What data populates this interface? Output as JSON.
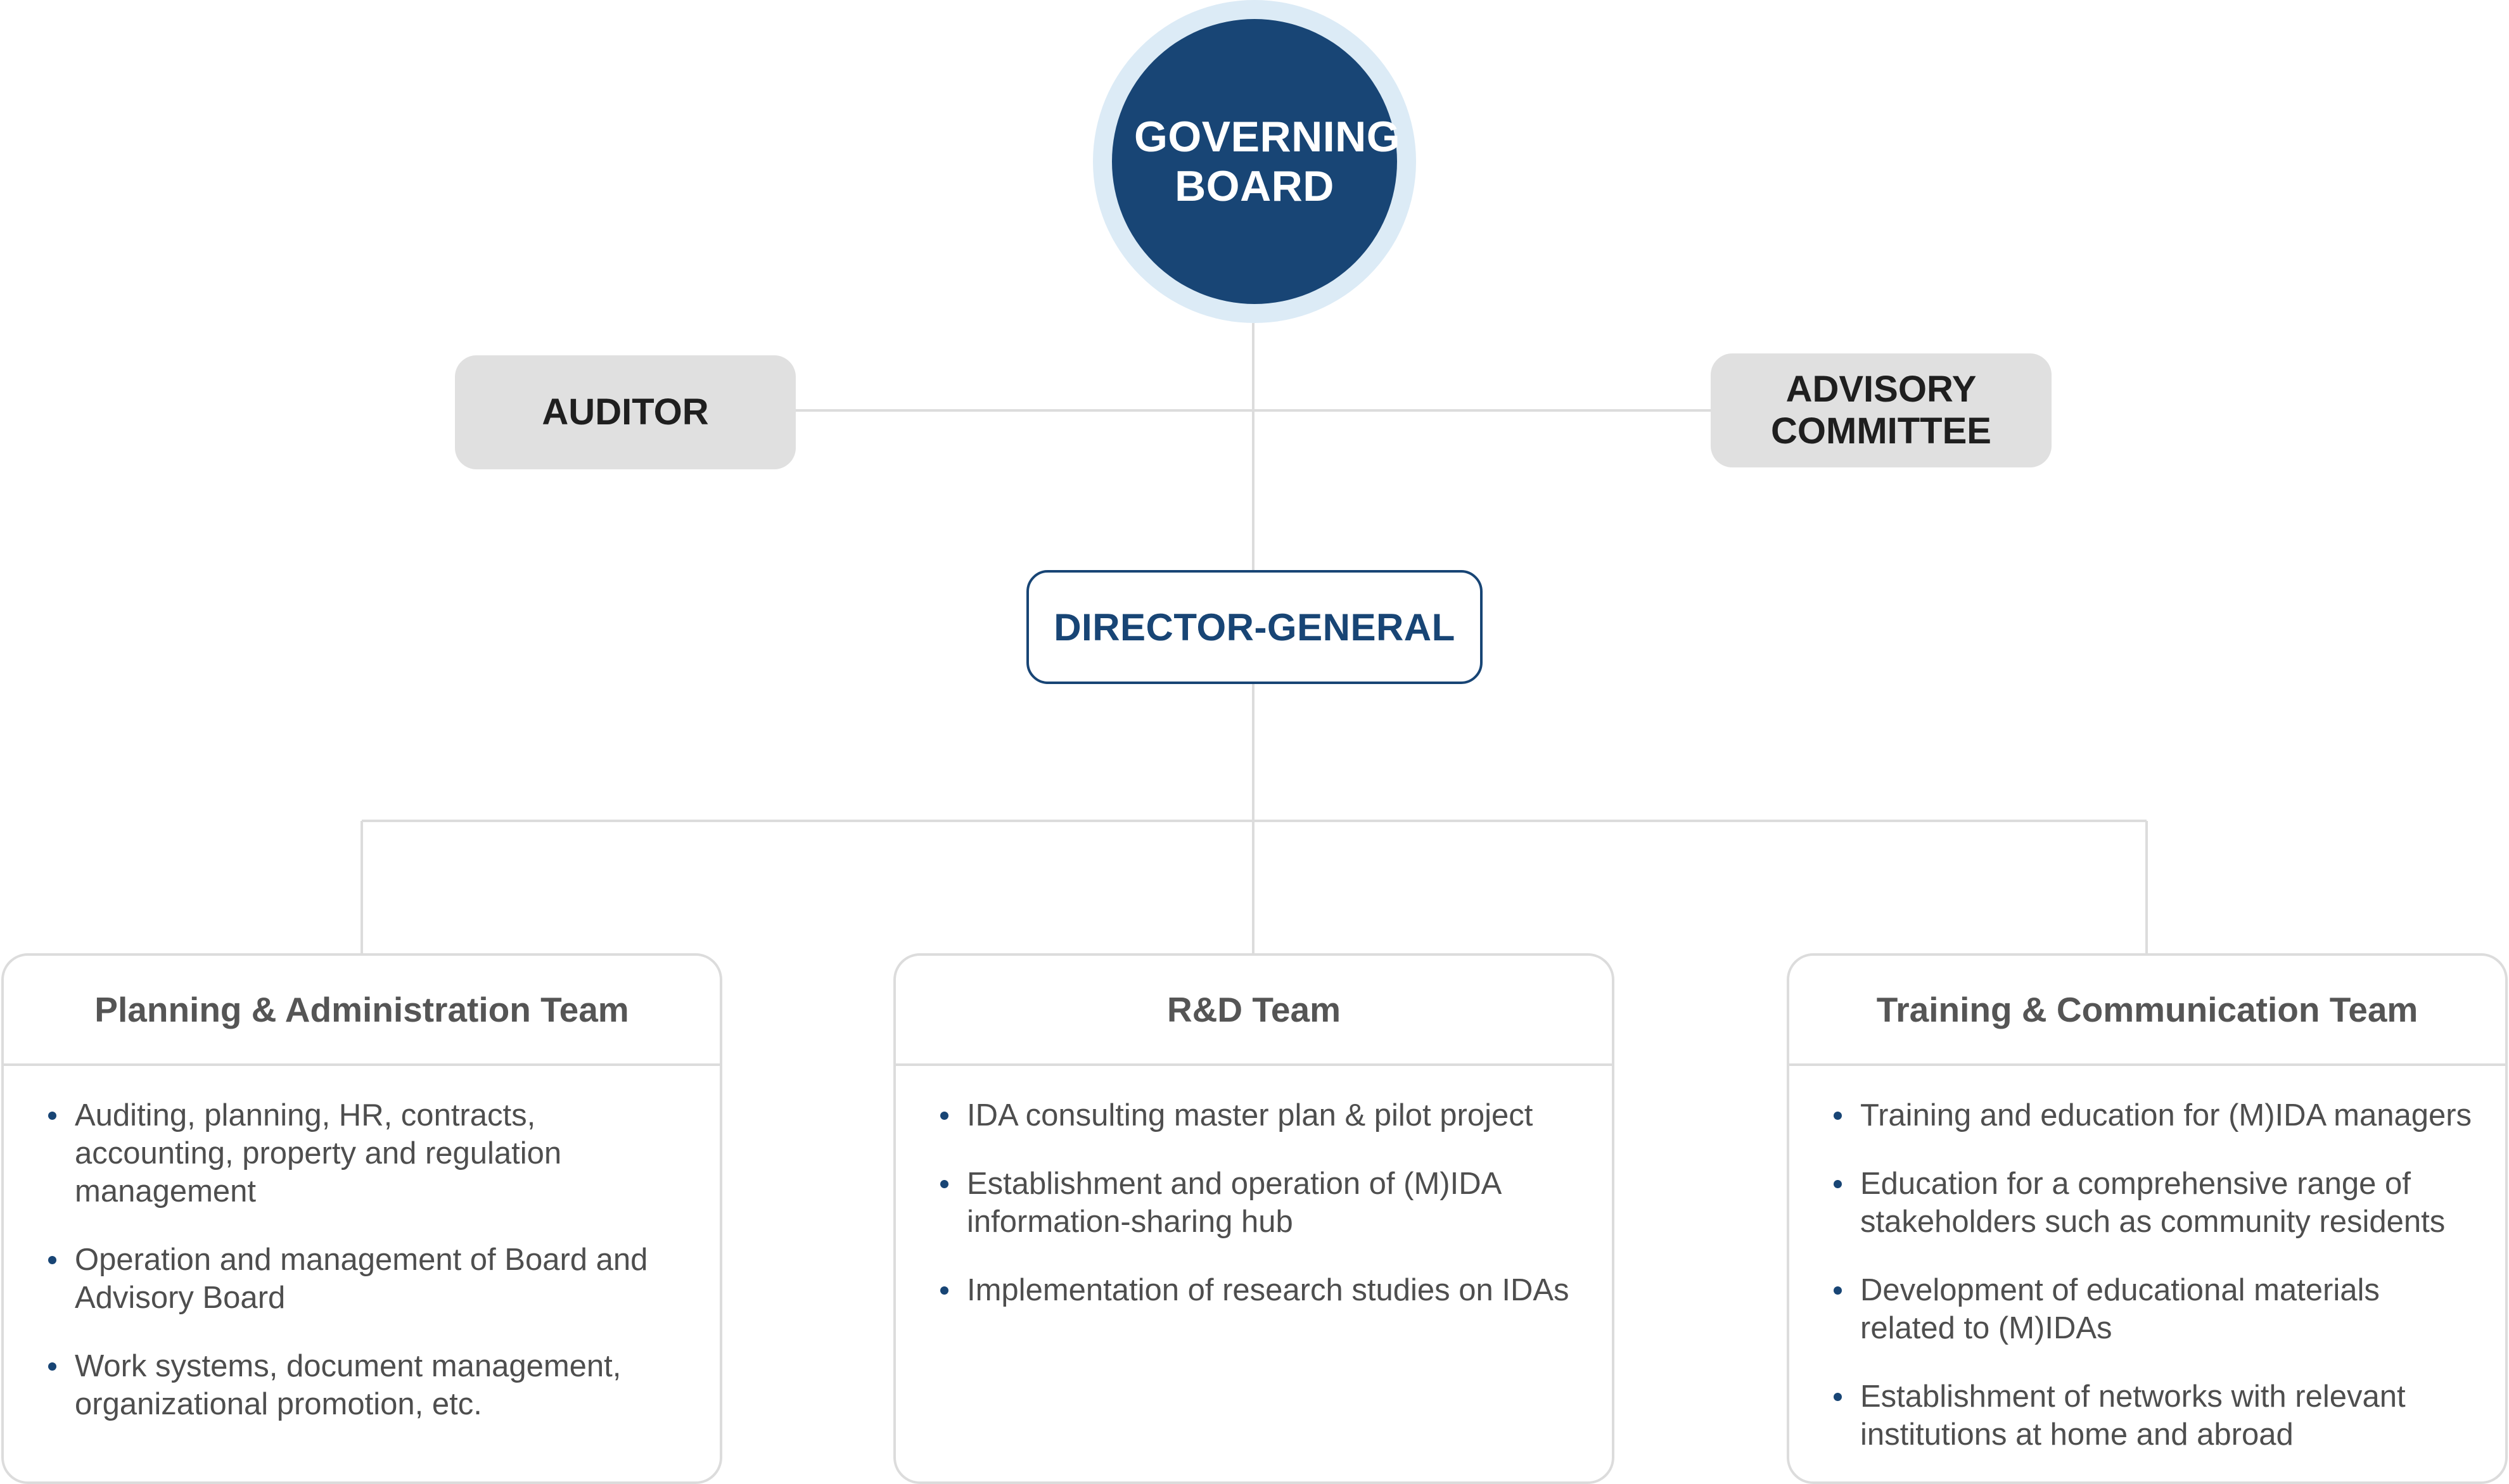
{
  "governing_board": {
    "label": "GOVERNING BOARD"
  },
  "auditor": {
    "label": "AUDITOR"
  },
  "advisory_committee": {
    "label": "ADVISORY COMMITTEE"
  },
  "director_general": {
    "label": "DIRECTOR-GENERAL"
  },
  "teams": [
    {
      "title": "Planning & Administration Team",
      "items": [
        "Auditing, planning, HR, contracts, accounting, property and regulation management",
        "Operation and management of Board and Advisory Board",
        "Work systems, document management, organizational promotion, etc."
      ]
    },
    {
      "title": "R&D Team",
      "items": [
        "IDA consulting master plan & pilot project",
        "Establishment and operation of (M)IDA information-sharing hub",
        "Implementation of research studies on IDAs"
      ]
    },
    {
      "title": "Training & Communication Team",
      "items": [
        "Training and education for (M)IDA managers",
        "Education for a comprehensive range of stakeholders such as community residents",
        "Development of educational materials related to (M)IDAs",
        "Establishment of networks with relevant institutions at home and abroad"
      ]
    }
  ],
  "colors": {
    "primary": "#184575",
    "halo": "#dcebf6",
    "side_box": "#e0e0e0",
    "connector": "#dcdcdc",
    "bullet": "#184575"
  }
}
